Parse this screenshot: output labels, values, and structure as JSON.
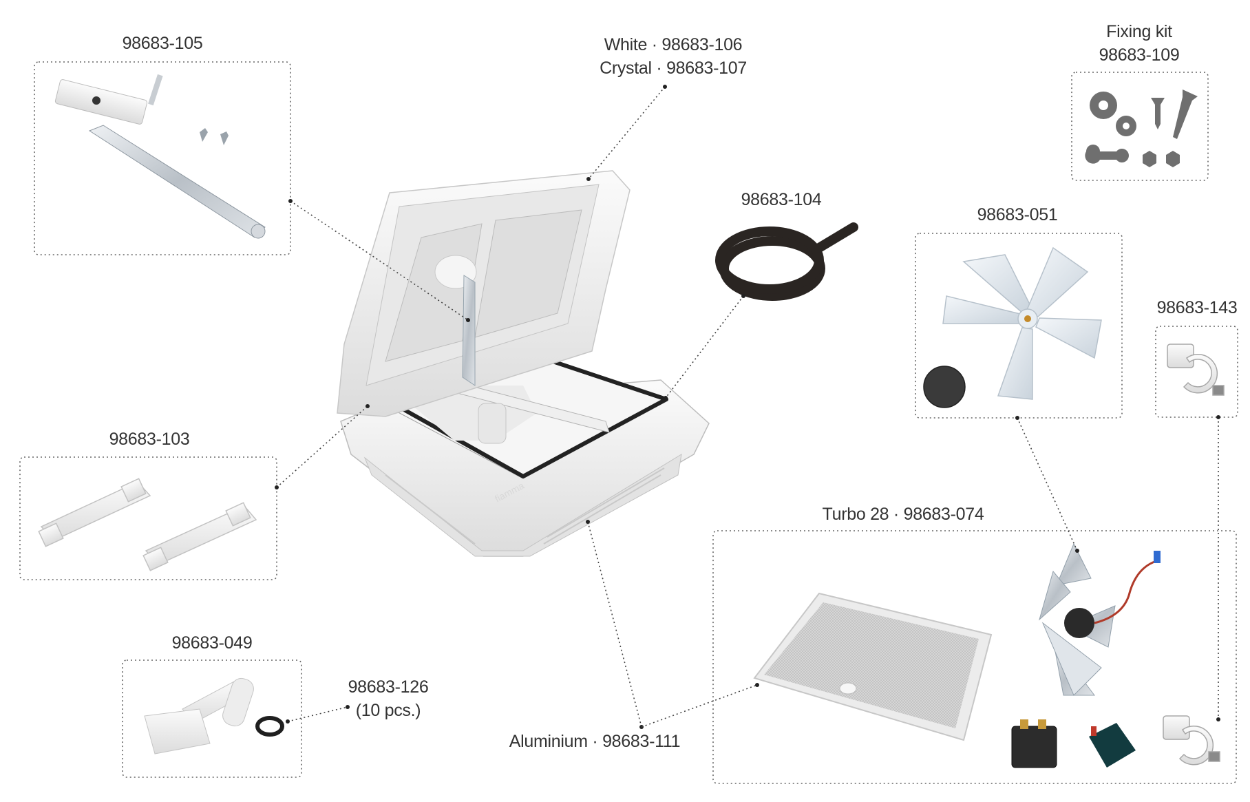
{
  "labels": {
    "lever_arm": "98683-105",
    "dome_white": "White · 98683-106",
    "dome_crystal": "Crystal · 98683-107",
    "fixing_kit_title": "Fixing kit",
    "fixing_kit_code": "98683-109",
    "seal": "98683-104",
    "fan_blade": "98683-051",
    "clip": "98683-143",
    "hinge_clips": "98683-103",
    "turbo": "Turbo 28 · 98683-074",
    "handle": "98683-049",
    "o_ring_code": "98683-126",
    "o_ring_qty": "(10 pcs.)",
    "screen": "Aluminium · 98683-111"
  },
  "colors": {
    "leader": "#444444",
    "box_border": "#666666",
    "part_white": "#f1f1f1",
    "seal_black": "#2a2522",
    "fan_clear": "#dfe6ec"
  }
}
